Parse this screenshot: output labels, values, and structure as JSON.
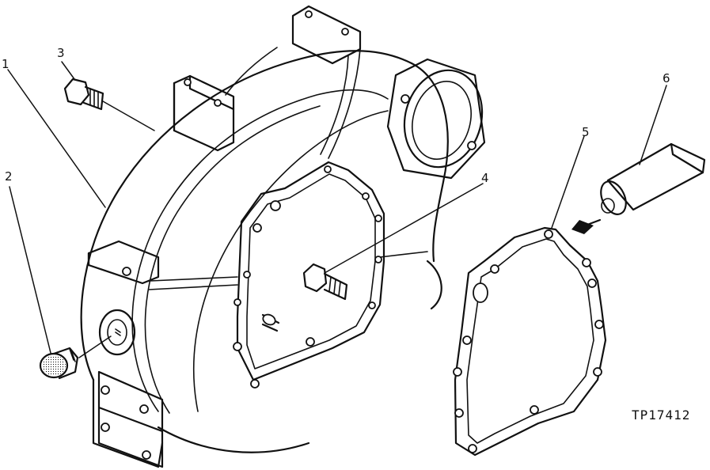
{
  "callouts": {
    "c1": "1",
    "c2": "2",
    "c3": "3",
    "c4": "4",
    "c5": "5",
    "c6": "6"
  },
  "figure_code": "TP17412"
}
